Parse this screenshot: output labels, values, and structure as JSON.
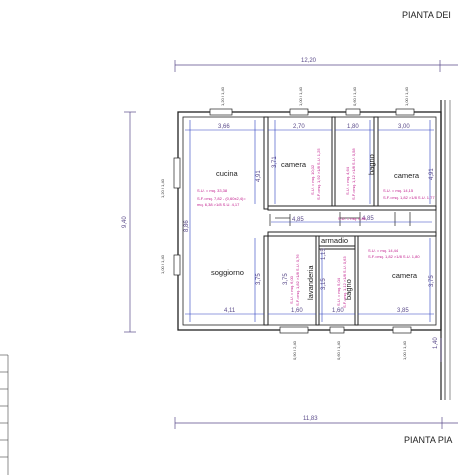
{
  "titles": {
    "top": "PIANTA DEI",
    "bottom": "PIANTA PIA"
  },
  "overall": {
    "top_width": "12,20",
    "height": "9,40",
    "bottom_width": "11,83",
    "terrace_depth": "1,40"
  },
  "rooms": {
    "cucina": "cucina",
    "soggiorno": "soggiorno",
    "camera_top_left": "camera",
    "bagno_top": "bagno",
    "camera_top_right": "camera",
    "lavanderia": "lavanderia",
    "bagno_bottom": "bagno",
    "camera_bottom_right": "camera",
    "armadio": "armadio"
  },
  "dimensions": {
    "d_366": "3,66",
    "d_270": "2,70",
    "d_180": "1,80",
    "d_300": "3,00",
    "d_371": "3,71",
    "d_491a": "4,91",
    "d_491b": "4,91",
    "d_886": "8,86",
    "d_485a": "4,85",
    "d_485b": "4,85",
    "d_375a": "3,75",
    "d_375b": "3,75",
    "d_375c": "3,75",
    "d_411": "4,11",
    "d_160a": "1,60",
    "d_160b": "1,60",
    "d_385": "3,85",
    "d_115": "1,15",
    "d_315": "3,15"
  },
  "surfaces": {
    "cucina_su": "S.U. = mq. 33,38",
    "cucina_sf1": "S.F.=mq. 7,82 - (0,60x2,4)=",
    "cucina_sf2": "mq. 6,38 >1/8 S.U. 4,17",
    "cam_tl_su": "S.U. = mq. 10,02",
    "cam_tl_sf": "S.F.=mq. 1,92 >1/8 S.U. 1,25",
    "bagno_t_su": "S.U. = mq. 4,64",
    "bagno_t_sf": "S.F.=mq. 1,12 >1/8 S.U. 0,58",
    "cam_tr_su": "S.U. = mq. 14,15",
    "cam_tr_sf": "S.F.=mq. 1,82 >1/8 S.U. 1,77",
    "disimpegno_su": "S.U. = mq. 4,80",
    "cam_br_su": "S.U. = mq. 14,44",
    "cam_br_sf": "S.F.=mq. 1,82 >1/8 S.U. 1,80",
    "lav_su": "S.U. = mq. 6,00",
    "lav_sf": "S.F.=mq. 1,82 >1/8 S.U. 0,76",
    "bagno_b_su": "S.U. = mq. 5,04",
    "bagno_b_sf": "S.F.=mq. 1,12 >1/8 S.U. 0,63"
  },
  "windows": {
    "w_top1": "1,20 / 1,40",
    "w_top2": "1,00 / 1,40",
    "w_top3": "0,60 / 1,40",
    "w_top4": "1,00 / 1,40",
    "w_left1": "1,20 / 1,40",
    "w_left2": "1,00 / 1,40",
    "w_bot1": "0,90 / 2,40",
    "w_bot2": "0,60 / 1,40",
    "w_bot3": "1,00 / 1,40"
  }
}
